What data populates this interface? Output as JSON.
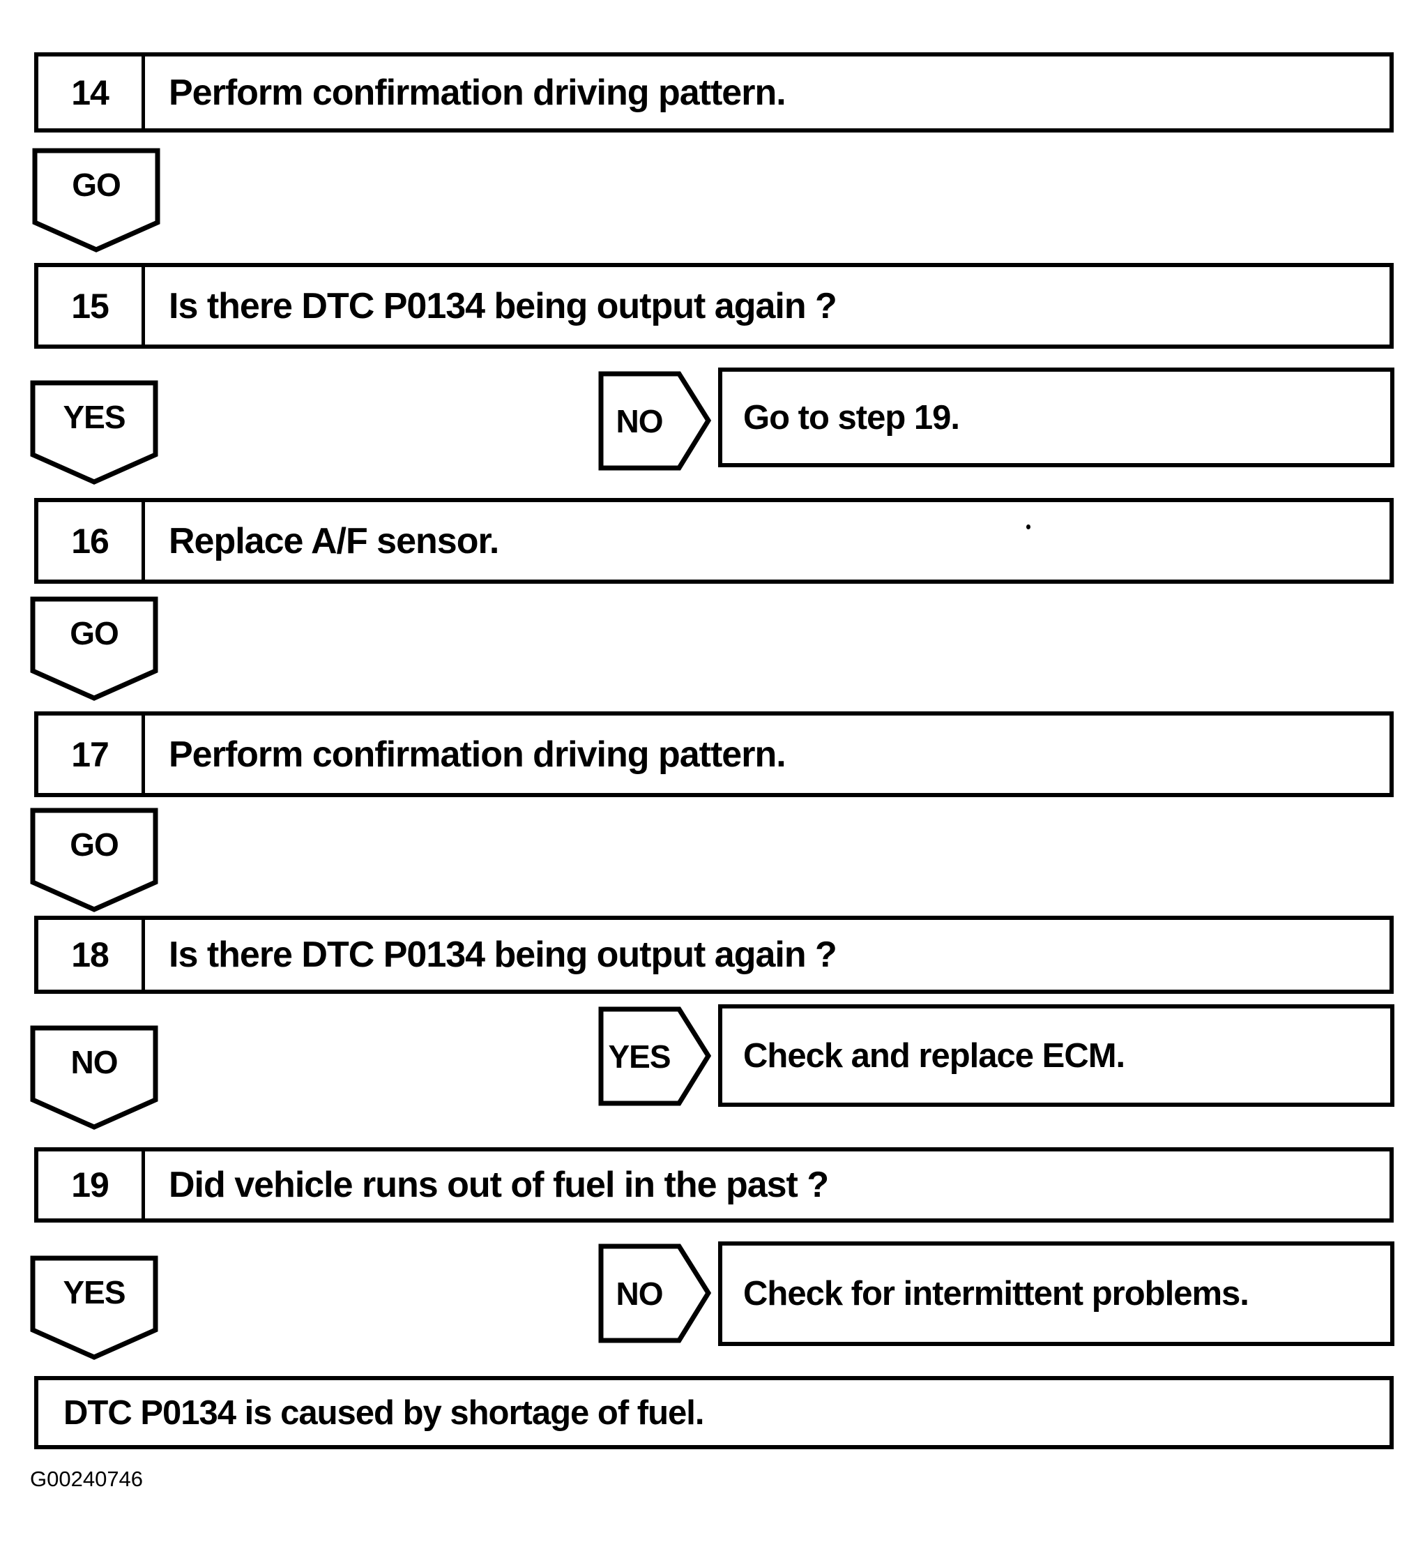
{
  "page": {
    "paper": "#ffffff",
    "ink": "#000000"
  },
  "steps": {
    "s14": {
      "number": "14",
      "text": "Perform confirmation driving pattern."
    },
    "s15": {
      "number": "15",
      "text": "Is there DTC P0134 being output again ?"
    },
    "s16": {
      "number": "16",
      "text": "Replace A/F sensor."
    },
    "s17": {
      "number": "17",
      "text": "Perform confirmation driving pattern."
    },
    "s18": {
      "number": "18",
      "text": "Is there DTC P0134 being output again ?"
    },
    "s19": {
      "number": "19",
      "text": "Did vehicle runs out of fuel in the past ?"
    }
  },
  "connectors": {
    "go1": {
      "label": "GO"
    },
    "go2": {
      "label": "GO"
    },
    "go3": {
      "label": "GO"
    },
    "s15_down": {
      "label": "YES"
    },
    "s15_branch": {
      "label": "NO",
      "result": "Go to step 19."
    },
    "s18_down": {
      "label": "NO"
    },
    "s18_branch": {
      "label": "YES",
      "result": "Check and replace ECM."
    },
    "s19_down": {
      "label": "YES"
    },
    "s19_branch": {
      "label": "NO",
      "result": "Check for intermittent problems."
    }
  },
  "terminal": {
    "text": "DTC P0134 is caused by shortage of fuel."
  },
  "footer": {
    "figure_id": "G00240746"
  }
}
